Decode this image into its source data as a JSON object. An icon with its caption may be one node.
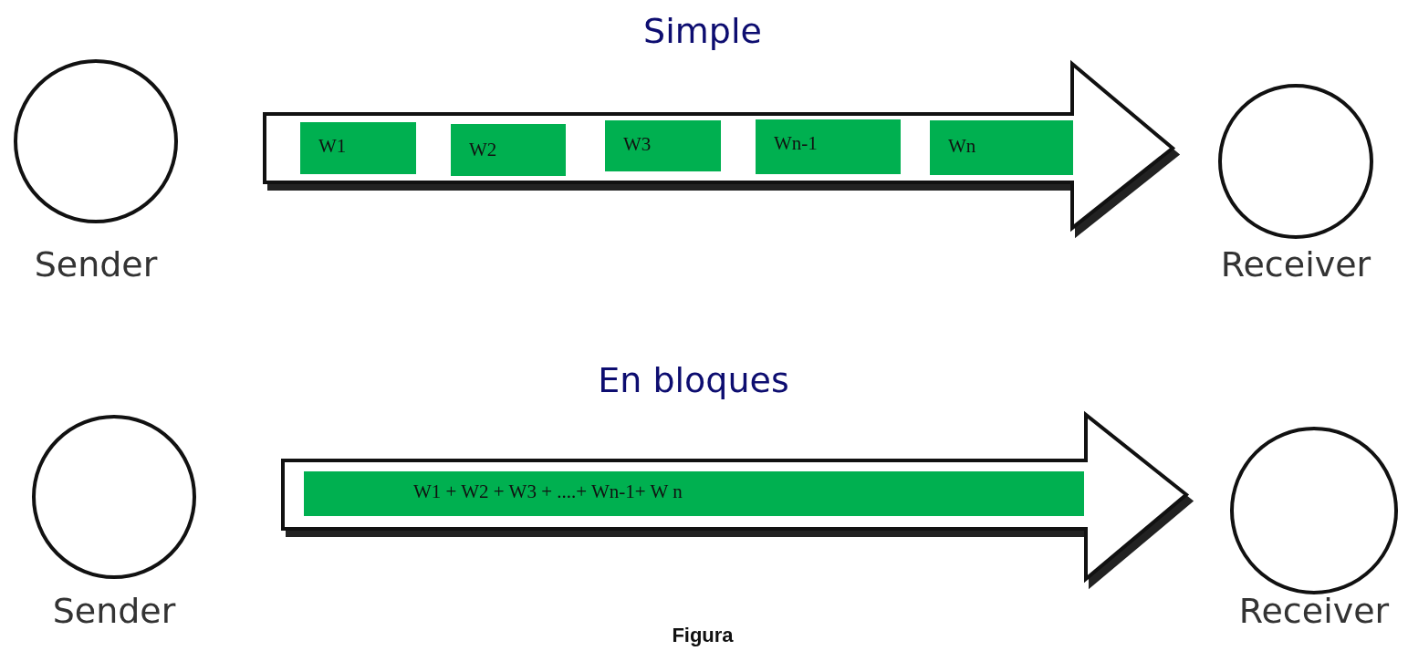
{
  "diagram": {
    "caption": "Figura",
    "nodes": [
      {
        "text": [
          "Sender"
        ]
      },
      {
        "text": [
          "W1"
        ]
      },
      {
        "text": [
          "W2"
        ]
      },
      {
        "text": [
          "W3"
        ]
      },
      {
        "text": [
          "Wn-1"
        ]
      },
      {
        "text": [
          "Wn"
        ]
      },
      {
        "text": [
          "Receiver"
        ]
      },
      {
        "text": [
          "Sender"
        ]
      },
      {
        "text": [
          "W1 + W2 + W3 + ....+ Wn-1+ W n"
        ]
      },
      {
        "text": [
          "Receiver"
        ]
      }
    ],
    "edges": [
      {
        "from": 0,
        "to": 6,
        "arrow": "to",
        "style": "thick"
      },
      {
        "from": 7,
        "to": 9,
        "arrow": "to",
        "style": "thick"
      }
    ],
    "labels": [
      "Simple",
      "En bloques"
    ]
  }
}
